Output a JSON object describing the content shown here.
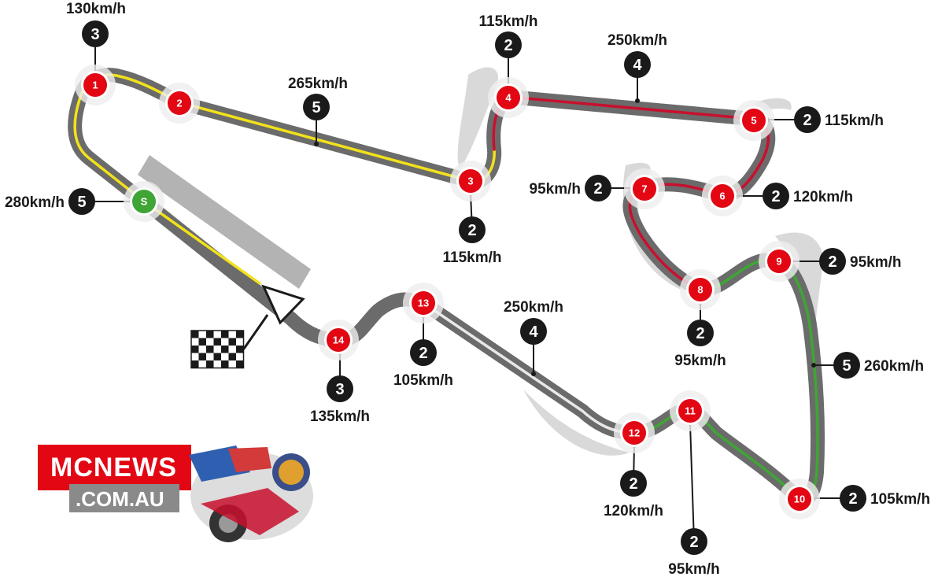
{
  "circuit": {
    "colors": {
      "track": "#6b6b6b",
      "runoff": "#d9d9d9",
      "sector1": "#f2e21a",
      "sector2": "#c8102e",
      "sector3": "#3fa535",
      "sector_neutral": "#e8e8e8",
      "corner_marker": "#e30613",
      "start_marker": "#3fa535",
      "gear_badge": "#1a1a1a",
      "pit_lane": "#b3b3b3"
    },
    "start_label": "S",
    "corners": [
      {
        "id": "1",
        "label": "1"
      },
      {
        "id": "2",
        "label": "2"
      },
      {
        "id": "3",
        "label": "3"
      },
      {
        "id": "4",
        "label": "4"
      },
      {
        "id": "5",
        "label": "5"
      },
      {
        "id": "6",
        "label": "6"
      },
      {
        "id": "7",
        "label": "7"
      },
      {
        "id": "8",
        "label": "8"
      },
      {
        "id": "9",
        "label": "9"
      },
      {
        "id": "10",
        "label": "10"
      },
      {
        "id": "11",
        "label": "11"
      },
      {
        "id": "12",
        "label": "12"
      },
      {
        "id": "13",
        "label": "13"
      },
      {
        "id": "14",
        "label": "14"
      }
    ],
    "speed_callouts": [
      {
        "id": "c1",
        "gear": "3",
        "speed": "130km/h"
      },
      {
        "id": "c-straight-top",
        "gear": "5",
        "speed": "265km/h"
      },
      {
        "id": "c4",
        "gear": "2",
        "speed": "115km/h"
      },
      {
        "id": "c-straight-back",
        "gear": "4",
        "speed": "250km/h"
      },
      {
        "id": "c5",
        "gear": "2",
        "speed": "115km/h"
      },
      {
        "id": "c7",
        "gear": "2",
        "speed": "95km/h"
      },
      {
        "id": "c6",
        "gear": "2",
        "speed": "120km/h"
      },
      {
        "id": "c-start",
        "gear": "5",
        "speed": "280km/h"
      },
      {
        "id": "c3",
        "gear": "2",
        "speed": "115km/h"
      },
      {
        "id": "c9",
        "gear": "2",
        "speed": "95km/h"
      },
      {
        "id": "c8",
        "gear": "2",
        "speed": "95km/h"
      },
      {
        "id": "c-straight-right",
        "gear": "5",
        "speed": "260km/h"
      },
      {
        "id": "c-straight-mid",
        "gear": "4",
        "speed": "250km/h"
      },
      {
        "id": "c13",
        "gear": "2",
        "speed": "105km/h"
      },
      {
        "id": "c14",
        "gear": "3",
        "speed": "135km/h"
      },
      {
        "id": "c12",
        "gear": "2",
        "speed": "120km/h"
      },
      {
        "id": "c10",
        "gear": "2",
        "speed": "105km/h"
      },
      {
        "id": "c11",
        "gear": "2",
        "speed": "95km/h"
      }
    ]
  },
  "logo": {
    "main": "MCNEWS",
    "sub": ".COM.AU",
    "colors": {
      "red": "#e30613",
      "grey": "#8a8a8a"
    }
  }
}
